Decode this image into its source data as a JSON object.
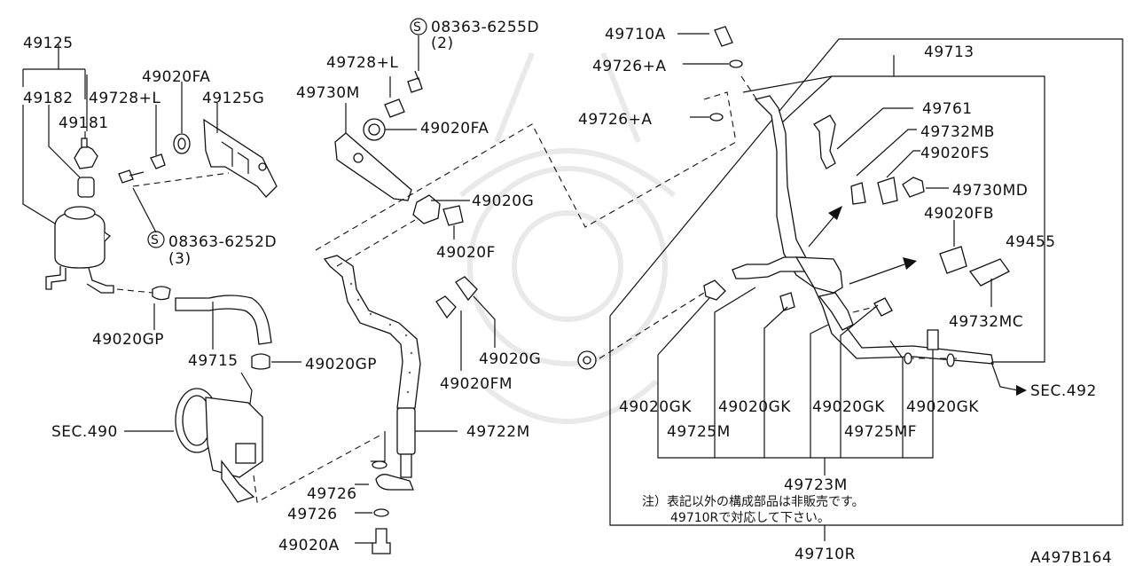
{
  "diagram_id": "A497B164",
  "labels": {
    "p49125": "49125",
    "p49182": "49182",
    "p49181": "49181",
    "p49728L_a": "49728+L",
    "p49020FA_a": "49020FA",
    "p49125G": "49125G",
    "s08363_6252D": "08363-6252D",
    "s6252D_qty": "(3)",
    "p49020GP_a": "49020GP",
    "p49715": "49715",
    "p49020GP_b": "49020GP",
    "sec490": "SEC.490",
    "s08363_6255D": "08363-6255D",
    "s6255D_qty": "(2)",
    "p49728L_b": "49728+L",
    "p49730M": "49730M",
    "p49020FA_b": "49020FA",
    "p49020G_a": "49020G",
    "p49020F": "49020F",
    "p49020G_b": "49020G",
    "p49020FM": "49020FM",
    "p49722M": "49722M",
    "p49726_a": "49726",
    "p49726_b": "49726",
    "p49020A": "49020A",
    "p49710A": "49710A",
    "p49726A_a": "49726+A",
    "p49726A_b": "49726+A",
    "p49713": "49713",
    "p49761": "49761",
    "p49732MB": "49732MB",
    "p49020FS": "49020FS",
    "p49730MD": "49730MD",
    "p49020FB": "49020FB",
    "p49455": "49455",
    "p49732MC": "49732MC",
    "sec492": "SEC.492",
    "p49020GK_1": "49020GK",
    "p49020GK_2": "49020GK",
    "p49020GK_3": "49020GK",
    "p49020GK_4": "49020GK",
    "p49725M": "49725M",
    "p49725MF": "49725MF",
    "p49723M": "49723M",
    "note_line1": "注）表記以外の構成部品は非販売です。",
    "note_line2": "49710Rで対応して下さい。",
    "p49710R": "49710R",
    "s_mark": "S"
  }
}
